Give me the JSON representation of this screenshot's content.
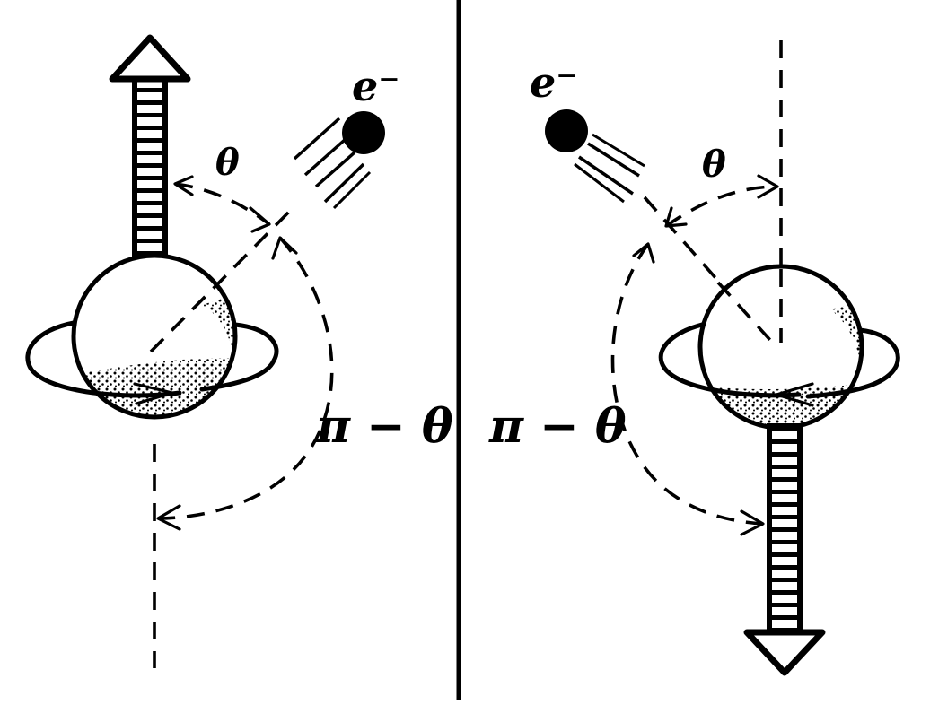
{
  "labels": {
    "electron": "e⁻",
    "theta": "θ",
    "pi_minus_theta": "π − θ"
  },
  "colors": {
    "ink": "#000000",
    "background": "#ffffff"
  }
}
